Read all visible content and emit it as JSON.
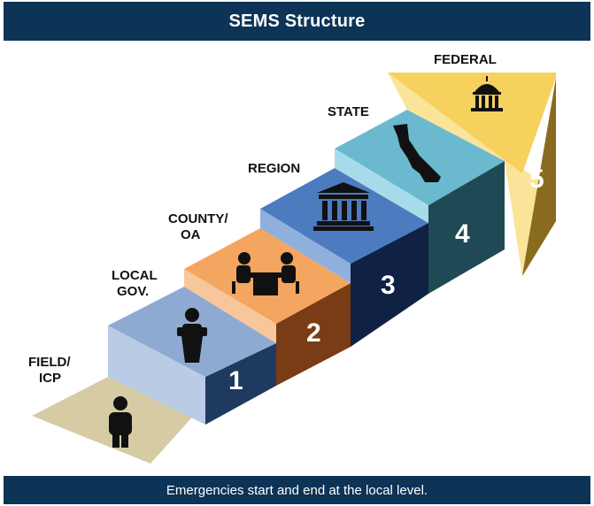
{
  "title": "SEMS Structure",
  "footer": "Emergencies start and end at the local level.",
  "levels": [
    {
      "number": "",
      "label_line1": "FIELD/",
      "label_line2": "ICP",
      "icon": "person-icon",
      "top_color": "#d6cba3"
    },
    {
      "number": "1",
      "label_line1": "LOCAL",
      "label_line2": "GOV.",
      "icon": "podium-speaker-icon",
      "top_color": "#8faad2",
      "front_color": "#b9cbe5",
      "side_color": "#1e3a5f"
    },
    {
      "number": "2",
      "label_line1": "COUNTY/",
      "label_line2": "OA",
      "icon": "meeting-table-icon",
      "top_color": "#f4a55f",
      "front_color": "#f7c79b",
      "side_color": "#7a3c14"
    },
    {
      "number": "3",
      "label_line1": "REGION",
      "label_line2": "",
      "icon": "government-building-icon",
      "top_color": "#4d7bbf",
      "front_color": "#8fb0dd",
      "side_color": "#0f2244"
    },
    {
      "number": "4",
      "label_line1": "STATE",
      "label_line2": "",
      "icon": "california-map-icon",
      "top_color": "#6ab9cf",
      "front_color": "#a8dbe9",
      "side_color": "#1f4a55"
    },
    {
      "number": "5",
      "label_line1": "FEDERAL",
      "label_line2": "",
      "icon": "capitol-dome-icon",
      "top_color": "#f7d15e",
      "front_color": "#f9e49a",
      "side_color": "#8a6a1e"
    }
  ]
}
